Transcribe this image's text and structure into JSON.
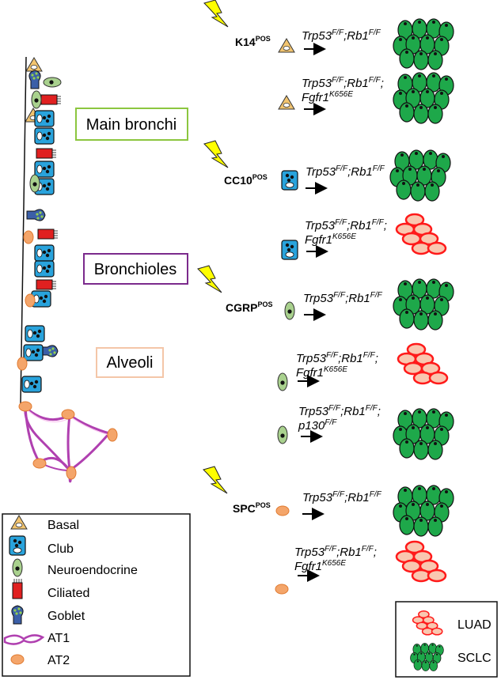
{
  "regions": {
    "main_bronchi": "Main bronchi",
    "bronchioles": "Bronchioles",
    "alveoli": "Alveoli"
  },
  "colors": {
    "main_bronchi_border": "#8cc63f",
    "bronchioles_border": "#7b2a8c",
    "alveoli_border": "#f4c6a8",
    "basal": "#f2c46f",
    "club": "#29a3dc",
    "neuroendocrine": "#a9d18e",
    "ciliated": "#e02020",
    "goblet": "#3b5fa8",
    "goblet_granule": "#92d050",
    "at1": "#b040b0",
    "at2": "#f4a56a",
    "sclc": "#1ea84a",
    "luad_fill": "#f9c7b0",
    "luad_stroke": "#ff1a1a",
    "lightning": "#ffff00"
  },
  "cell_of_origin": {
    "k14": {
      "name": "K14",
      "sup": "POS"
    },
    "cc10": {
      "name": "CC10",
      "sup": "POS"
    },
    "cgrp": {
      "name": "CGRP",
      "sup": "POS"
    },
    "spc": {
      "name": "SPC",
      "sup": "POS"
    }
  },
  "genotypes": {
    "trp53": {
      "base": "Trp53",
      "sup": "F/F"
    },
    "rb1": {
      "base": "Rb1",
      "sup": "F/F"
    },
    "fgfr1": {
      "base": "Fgfr1",
      "sup": "K656E"
    },
    "p130": {
      "base": "p130",
      "sup": "F/F"
    }
  },
  "outcomes": [
    {
      "origin": "k14",
      "genes": [
        "trp53",
        "rb1"
      ],
      "tumor": "SCLC"
    },
    {
      "origin": "k14",
      "genes": [
        "trp53",
        "rb1",
        "fgfr1"
      ],
      "tumor": "SCLC"
    },
    {
      "origin": "cc10",
      "genes": [
        "trp53",
        "rb1"
      ],
      "tumor": "SCLC"
    },
    {
      "origin": "cc10",
      "genes": [
        "trp53",
        "rb1",
        "fgfr1"
      ],
      "tumor": "LUAD"
    },
    {
      "origin": "cgrp",
      "genes": [
        "trp53",
        "rb1"
      ],
      "tumor": "SCLC"
    },
    {
      "origin": "cgrp",
      "genes": [
        "trp53",
        "rb1",
        "fgfr1"
      ],
      "tumor": "LUAD"
    },
    {
      "origin": "cgrp",
      "genes": [
        "trp53",
        "rb1",
        "p130"
      ],
      "tumor": "SCLC"
    },
    {
      "origin": "spc",
      "genes": [
        "trp53",
        "rb1"
      ],
      "tumor": "SCLC"
    },
    {
      "origin": "spc",
      "genes": [
        "trp53",
        "rb1",
        "fgfr1"
      ],
      "tumor": "LUAD"
    }
  ],
  "cell_legend": {
    "basal": "Basal",
    "club": "Club",
    "neuroendocrine": "Neuroendocrine",
    "ciliated": "Ciliated",
    "goblet": "Goblet",
    "at1": "AT1",
    "at2": "AT2"
  },
  "tumor_legend": {
    "luad": "LUAD",
    "sclc": "SCLC"
  }
}
